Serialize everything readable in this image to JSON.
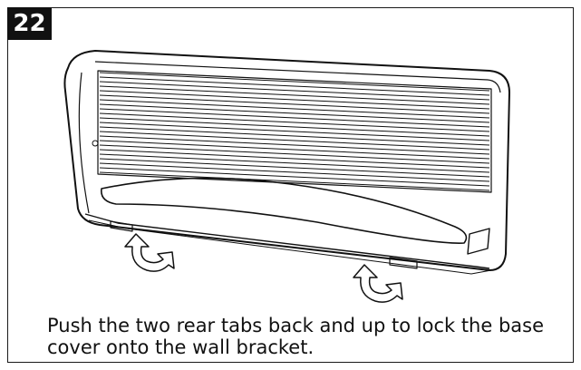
{
  "step": {
    "number": "22"
  },
  "illustration": {
    "icon": "air-conditioner-icon",
    "subject": "wall-mounted air conditioner with base cover",
    "arrows": [
      "rotate-up-arrow-left",
      "rotate-up-arrow-right"
    ]
  },
  "caption": {
    "text": "Push the two rear tabs back and up to lock the base cover onto the wall bracket."
  },
  "colors": {
    "ink": "#111111",
    "background": "#ffffff",
    "badge_bg": "#111111",
    "badge_text": "#ffffff"
  }
}
